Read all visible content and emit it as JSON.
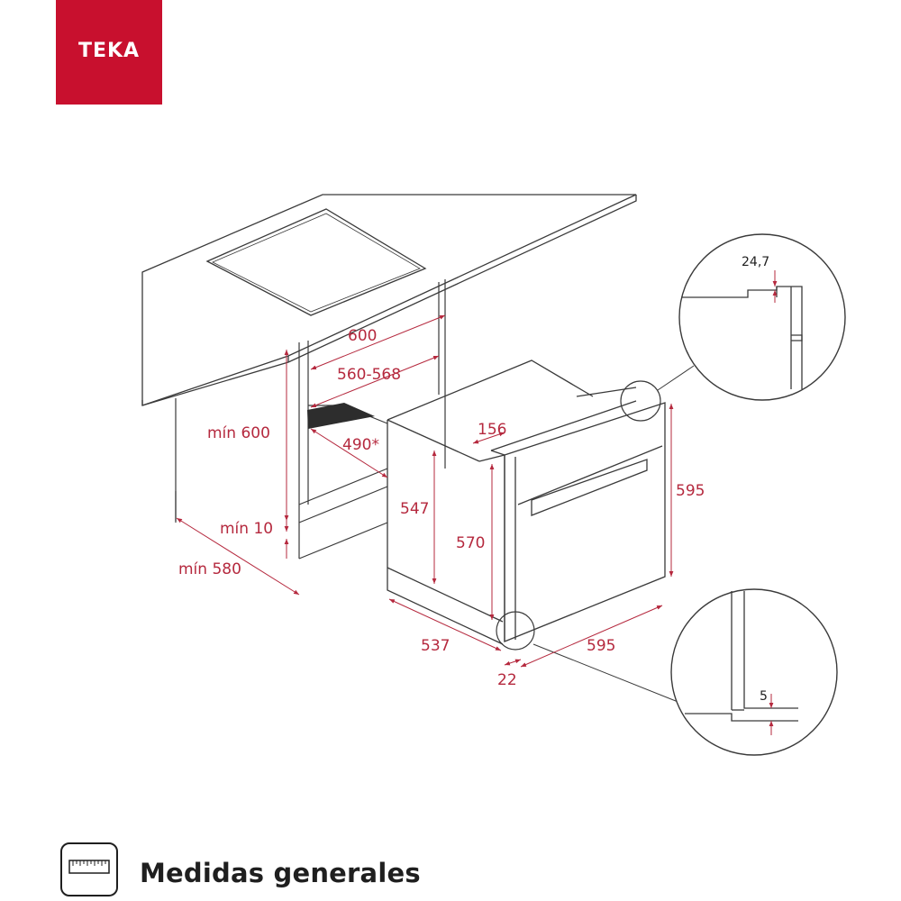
{
  "brand": {
    "name": "TEKA",
    "color": "#c8102e"
  },
  "colors": {
    "dimension": "#b5293e",
    "line": "#3a3a3a",
    "panel": "#2d2d2d"
  },
  "dimensions": {
    "cabinet_width": "600",
    "niche_width": "560-568",
    "min_height": "mín 600",
    "rear_gap": "490*",
    "min_gap_bottom": "mín 10",
    "min_depth": "mín 580",
    "top_offset": "156",
    "body_height": "547",
    "niche_height": "570",
    "front_height": "595",
    "body_depth": "537",
    "front_width": "595",
    "door_depth": "22"
  },
  "details": {
    "top_gap": "24,7",
    "bottom_gap": "5"
  },
  "footer": {
    "icon": "ruler-icon",
    "title": "Medidas generales"
  }
}
